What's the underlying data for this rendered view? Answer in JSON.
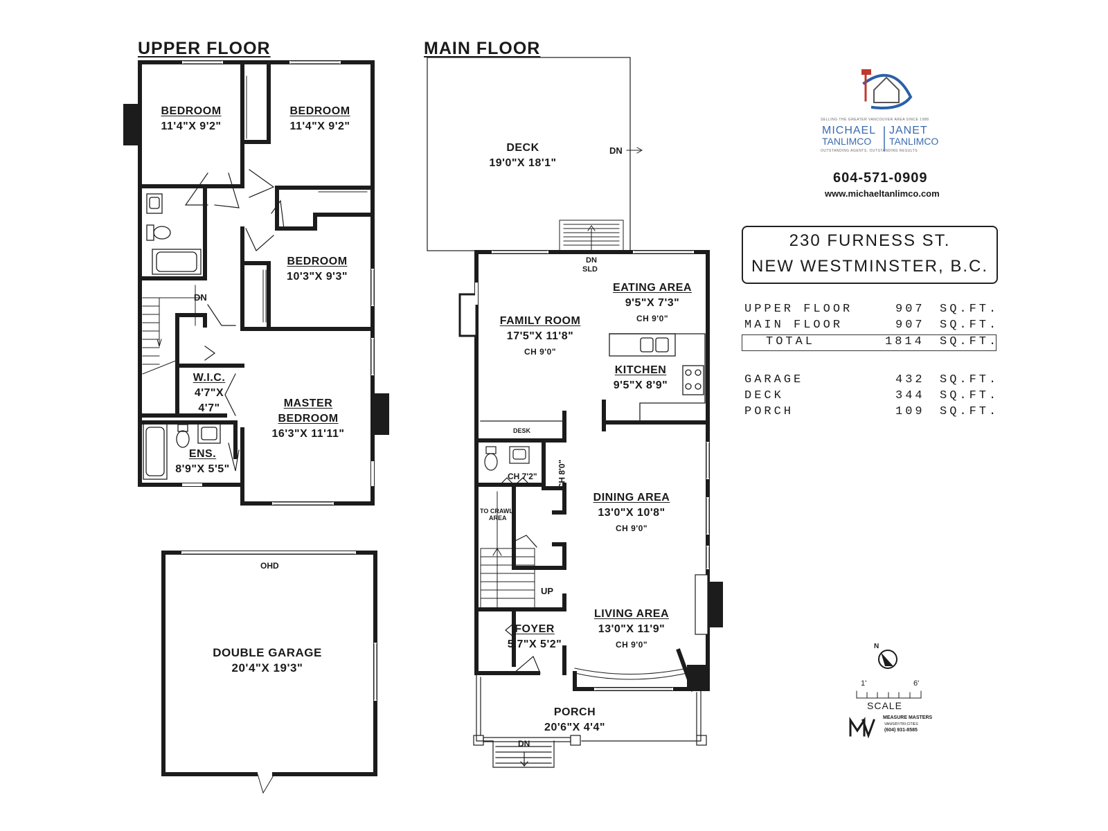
{
  "headings": {
    "upper": "UPPER FLOOR",
    "main": "MAIN FLOOR"
  },
  "upper_rooms": [
    {
      "name": "BEDROOM",
      "dims": "11'4\"X 9'2\""
    },
    {
      "name": "BEDROOM",
      "dims": "11'4\"X 9'2\""
    },
    {
      "name": "BEDROOM",
      "dims": "10'3\"X 9'3\""
    },
    {
      "name": "W.I.C.",
      "dims": "4'7\"X",
      "dims2": "4'7\""
    },
    {
      "name": "MASTER",
      "name2": "BEDROOM",
      "dims": "16'3\"X 11'11\""
    },
    {
      "name": "ENS.",
      "dims": "8'9\"X 5'5\""
    }
  ],
  "garage": {
    "name": "DOUBLE GARAGE",
    "dims": "20'4\"X 19'3\"",
    "door": "OHD"
  },
  "main_rooms": [
    {
      "name": "DECK",
      "dims": "19'0\"X 18'1\""
    },
    {
      "name": "EATING AREA",
      "dims": "9'5\"X 7'3\"",
      "ch": "CH 9'0\""
    },
    {
      "name": "FAMILY ROOM",
      "dims": "17'5\"X 11'8\"",
      "ch": "CH 9'0\""
    },
    {
      "name": "KITCHEN",
      "dims": "9'5\"X 8'9\""
    },
    {
      "name": "DINING AREA",
      "dims": "13'0\"X 10'8\"",
      "ch": "CH 9'0\""
    },
    {
      "name": "LIVING AREA",
      "dims": "13'0\"X 11'9\"",
      "ch": "CH 9'0\""
    },
    {
      "name": "FOYER",
      "dims": "5'7\"X 5'2\""
    },
    {
      "name": "PORCH",
      "dims": "20'6\"X 4'4\""
    }
  ],
  "annotations": {
    "dn": "DN",
    "up": "UP",
    "sld": "SLD",
    "desk": "DESK",
    "ch72": "CH 7'2\"",
    "ch80": "CH 8'0\"",
    "crawl1": "TO CRAWL",
    "crawl2": "AREA"
  },
  "branding": {
    "tagline": "SELLING THE GREATER VANCOUVER AREA SINCE 1988",
    "first1": "MICHAEL",
    "last1": "TANLIMCO",
    "first2": "JANET",
    "last2": "TANLIMCO",
    "slogan": "OUTSTANDING AGENTS, OUTSTANDING RESULTS",
    "phone": "604-571-0909",
    "website": "www.michaeltanlimco.com"
  },
  "address": {
    "line1": "230 FURNESS ST.",
    "line2": "NEW WESTMINSTER, B.C."
  },
  "areas": [
    {
      "label": "UPPER FLOOR",
      "value": "907",
      "unit": "SQ.FT."
    },
    {
      "label": "MAIN FLOOR",
      "value": "907",
      "unit": "SQ.FT."
    },
    {
      "label": "TOTAL",
      "value": "1814",
      "unit": "SQ.FT."
    },
    {
      "label": "GARAGE",
      "value": "432",
      "unit": "SQ.FT."
    },
    {
      "label": "DECK",
      "value": "344",
      "unit": "SQ.FT."
    },
    {
      "label": "PORCH",
      "value": "109",
      "unit": "SQ.FT."
    }
  ],
  "scale": {
    "start": "1'",
    "end": "6'",
    "label": "SCALE",
    "north": "N"
  },
  "measurer": {
    "name": "MEASURE MASTERS",
    "region": "VAN/SRY/TRI-CITIES",
    "phone": "(604) 931-8585"
  }
}
